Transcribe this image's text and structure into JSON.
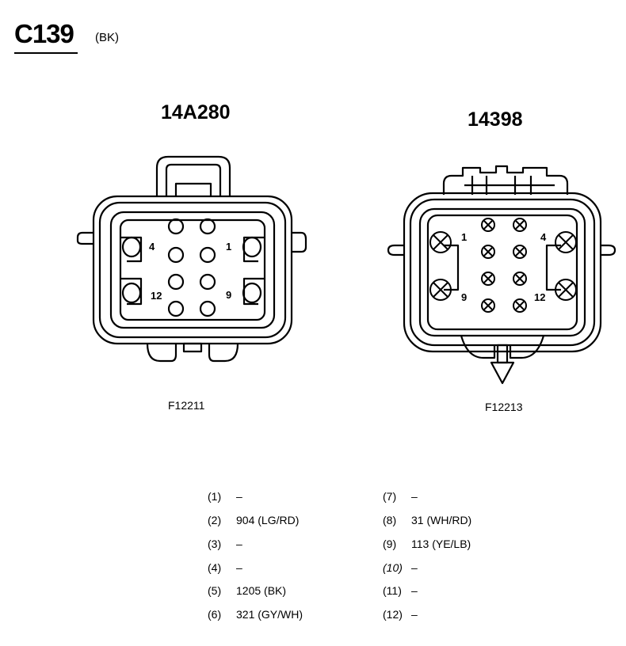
{
  "header": {
    "connector_id": "C139",
    "connector_color": "(BK)"
  },
  "connectors": [
    {
      "part_number": "14A280",
      "figure_id": "F12211",
      "cavity_labels": [
        "4",
        "1",
        "12",
        "9"
      ]
    },
    {
      "part_number": "14398",
      "figure_id": "F12213",
      "cavity_labels": [
        "1",
        "4",
        "9",
        "12"
      ]
    }
  ],
  "pinout": {
    "left": [
      {
        "pin": "(1)",
        "circuit": "–"
      },
      {
        "pin": "(2)",
        "circuit": "904 (LG/RD)"
      },
      {
        "pin": "(3)",
        "circuit": "–"
      },
      {
        "pin": "(4)",
        "circuit": "–"
      },
      {
        "pin": "(5)",
        "circuit": "1205 (BK)"
      },
      {
        "pin": "(6)",
        "circuit": "321 (GY/WH)"
      }
    ],
    "right": [
      {
        "pin": "(7)",
        "circuit": "–"
      },
      {
        "pin": "(8)",
        "circuit": "31 (WH/RD)"
      },
      {
        "pin": "(9)",
        "circuit": "113 (YE/LB)"
      },
      {
        "pin": "(10)",
        "circuit": "–"
      },
      {
        "pin": "(11)",
        "circuit": "–"
      },
      {
        "pin": "(12)",
        "circuit": "–"
      }
    ]
  }
}
